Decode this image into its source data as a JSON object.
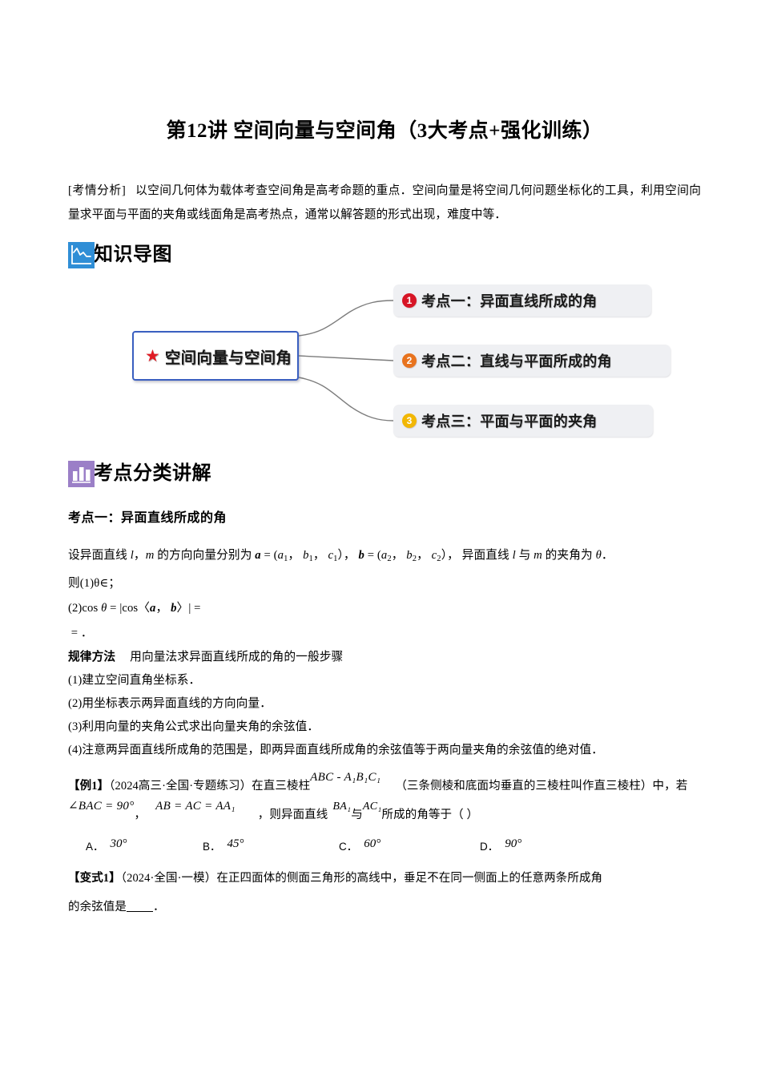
{
  "document": {
    "title": "第12讲  空间向量与空间角（3大考点+强化训练）",
    "intro": {
      "lead": "[考情分析]",
      "text": "以空间几何体为载体考查空间角是高考命题的重点．空间向量是将空间几何问题坐标化的工具，利用空间向量求平面与平面的夹角或线面角是高考热点，通常以解答题的形式出现，难度中等．"
    }
  },
  "sections": [
    {
      "id": "knowledge-map",
      "icon": "line-chart-icon",
      "title": "知识导图",
      "icon_color": "#2f8ed6"
    },
    {
      "id": "topic-explain",
      "icon": "bar-chart-icon",
      "title": "考点分类讲解",
      "icon_color": "#9b7fc7"
    }
  ],
  "mindmap": {
    "center": {
      "label": "空间向量与空间角",
      "star": "★",
      "border_color": "#3a5fc0",
      "star_color": "#e01b24"
    },
    "nodes": [
      {
        "num": "1",
        "label": "考点一：异面直线所成的角",
        "badge_color": "#d71526"
      },
      {
        "num": "2",
        "label": "考点二：直线与平面所成的角",
        "badge_color": "#e8731e"
      },
      {
        "num": "3",
        "label": "考点三：平面与平面的夹角",
        "badge_color": "#f2b705"
      }
    ]
  },
  "topic": {
    "heading": "考点一：异面直线所成的角",
    "definition": {
      "p1_a": "设异面直线 ",
      "p1_l": "l",
      "p1_b": "，",
      "p1_m": "m",
      "p1_c": " 的方向向量分别为 ",
      "vec_a": "a",
      "eq1": " = (",
      "a1": "a",
      "a1s": "1",
      "b1": "b",
      "b1s": "1",
      "c1": "c",
      "c1s": "1",
      "vec_b": "b",
      "a2": "a",
      "a2s": "2",
      "b2": "b",
      "b2s": "2",
      "c2": "c",
      "c2s": "2",
      "p1_d": "）， 异面直线 ",
      "p1_e": " 与 ",
      "p1_f": " 的夹角为 ",
      "theta": "θ",
      "p1_g": "．",
      "line2": "则(1)θ∈；",
      "line3_a": "(2)cos ",
      "line3_theta": "θ",
      "line3_b": " = |cos〈",
      "line3_c": "，",
      "line3_d": "〉| =",
      "line4": "= ．"
    },
    "method": {
      "title": "规律方法",
      "subtitle": "用向量法求异面直线所成的角的一般步骤",
      "steps": [
        "(1)建立空间直角坐标系．",
        "(2)用坐标表示两异面直线的方向向量．",
        "(3)利用向量的夹角公式求出向量夹角的余弦值．",
        "(4)注意两异面直线所成角的范围是，即两异面直线所成角的余弦值等于两向量夹角的余弦值的绝对值．"
      ]
    },
    "example": {
      "tag": "【例1】",
      "source": "（2024高三·全国·专题练习）",
      "text_a": "在直三棱柱",
      "eq_prism": "ABC - A₁B₁C₁",
      "text_b": "（三条侧棱和底面均垂直的三棱柱叫作直三棱柱）中，若",
      "eq_angle": "∠BAC = 90°",
      "text_c": "，",
      "eq_edges": "AB = AC = AA₁",
      "text_d": "，则异面直线",
      "eq_ba1": "BA₁",
      "text_e": "与",
      "eq_ac1": "AC₁",
      "text_f": "所成的角等于（    ）",
      "options": [
        {
          "label": "A．",
          "value": "30°"
        },
        {
          "label": "B．",
          "value": "45°"
        },
        {
          "label": "C．",
          "value": "60°"
        },
        {
          "label": "D．",
          "value": "90°"
        }
      ]
    },
    "variant": {
      "tag": "【变式1】",
      "source": "（2024·全国·一模）",
      "text_a": "在正四面体的侧面三角形的高线中，垂足不在同一侧面上的任意两条所成角",
      "text_b": "的余弦值是",
      "blank": "＿＿",
      "text_c": "．"
    }
  }
}
